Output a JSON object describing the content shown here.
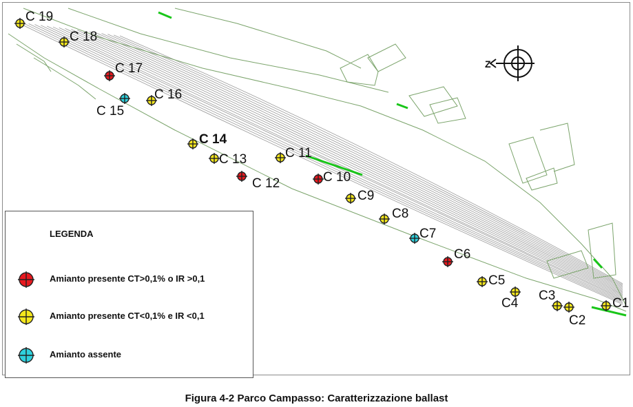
{
  "legend": {
    "title": "LEGENDA",
    "items": [
      {
        "label": "Amianto presente CT>0,1% o IR >0,1",
        "color": "#e8191f"
      },
      {
        "label": "Amianto presente CT<0,1% e IR <0,1",
        "color": "#f5e71c"
      },
      {
        "label": "Amianto assente",
        "color": "#2fd0dc"
      }
    ]
  },
  "north_label": "Z",
  "caption": "Figura 4-2 Parco Campasso: Caratterizzazione ballast",
  "points": [
    {
      "label": "C 19",
      "status": "yellow",
      "bold": false
    },
    {
      "label": "C 18",
      "status": "yellow",
      "bold": false
    },
    {
      "label": "C 17",
      "status": "red",
      "bold": false
    },
    {
      "label": "C 16",
      "status": "yellow",
      "bold": false
    },
    {
      "label": "C 15",
      "status": "cyan",
      "bold": false
    },
    {
      "label": "C 14",
      "status": "yellow",
      "bold": true
    },
    {
      "label": "C 13",
      "status": "yellow",
      "bold": false
    },
    {
      "label": "C 12",
      "status": "red",
      "bold": false
    },
    {
      "label": "C 11",
      "status": "yellow",
      "bold": false
    },
    {
      "label": "C 10",
      "status": "red",
      "bold": false
    },
    {
      "label": "C9",
      "status": "yellow",
      "bold": false
    },
    {
      "label": "C8",
      "status": "yellow",
      "bold": false
    },
    {
      "label": "C7",
      "status": "cyan",
      "bold": false
    },
    {
      "label": "C6",
      "status": "red",
      "bold": false
    },
    {
      "label": "C5",
      "status": "yellow",
      "bold": false
    },
    {
      "label": "C4",
      "status": "yellow",
      "bold": false
    },
    {
      "label": "C3",
      "status": "yellow",
      "bold": false
    },
    {
      "label": "C2",
      "status": "yellow",
      "bold": false
    },
    {
      "label": "C1",
      "status": "yellow",
      "bold": false
    }
  ],
  "status_colors": {
    "red": "#e8191f",
    "yellow": "#f5e71c",
    "cyan": "#2fd0dc"
  }
}
